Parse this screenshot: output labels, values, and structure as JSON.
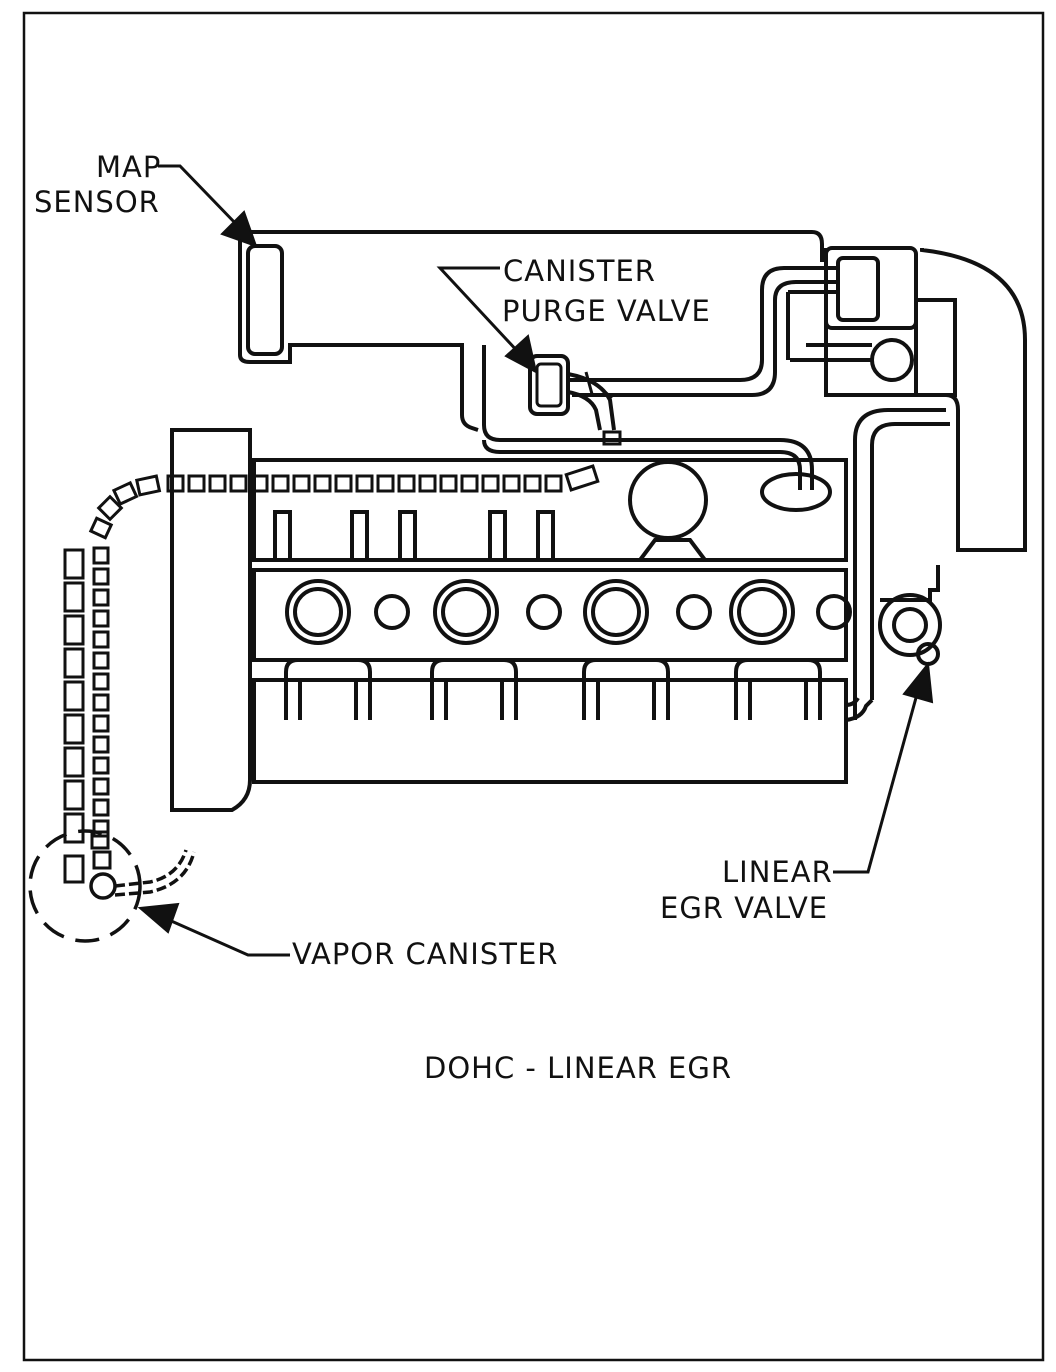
{
  "labels": {
    "map_sensor_line1": "MAP",
    "map_sensor_line2": "SENSOR",
    "canister_purge_line1": "CANISTER",
    "canister_purge_line2": "PURGE VALVE",
    "linear_egr_line1": "LINEAR",
    "linear_egr_line2": "EGR VALVE",
    "vapor_canister": "VAPOR CANISTER",
    "caption": "DOHC - LINEAR EGR"
  },
  "colors": {
    "ink": "#111111",
    "paper": "#ffffff"
  }
}
